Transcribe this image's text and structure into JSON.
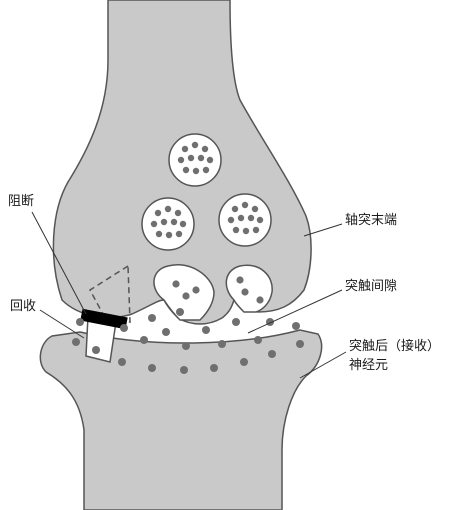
{
  "labels": {
    "block": "阻断",
    "reuptake": "回收",
    "axon_terminal": "轴突末端",
    "synaptic_cleft": "突触间隙",
    "postsynaptic_line1": "突触后（接收）",
    "postsynaptic_line2": "神经元"
  },
  "colors": {
    "neuron_fill": "#c9c9c9",
    "outline": "#555555",
    "dot": "#6f6f6f",
    "blocker": "#000000"
  }
}
